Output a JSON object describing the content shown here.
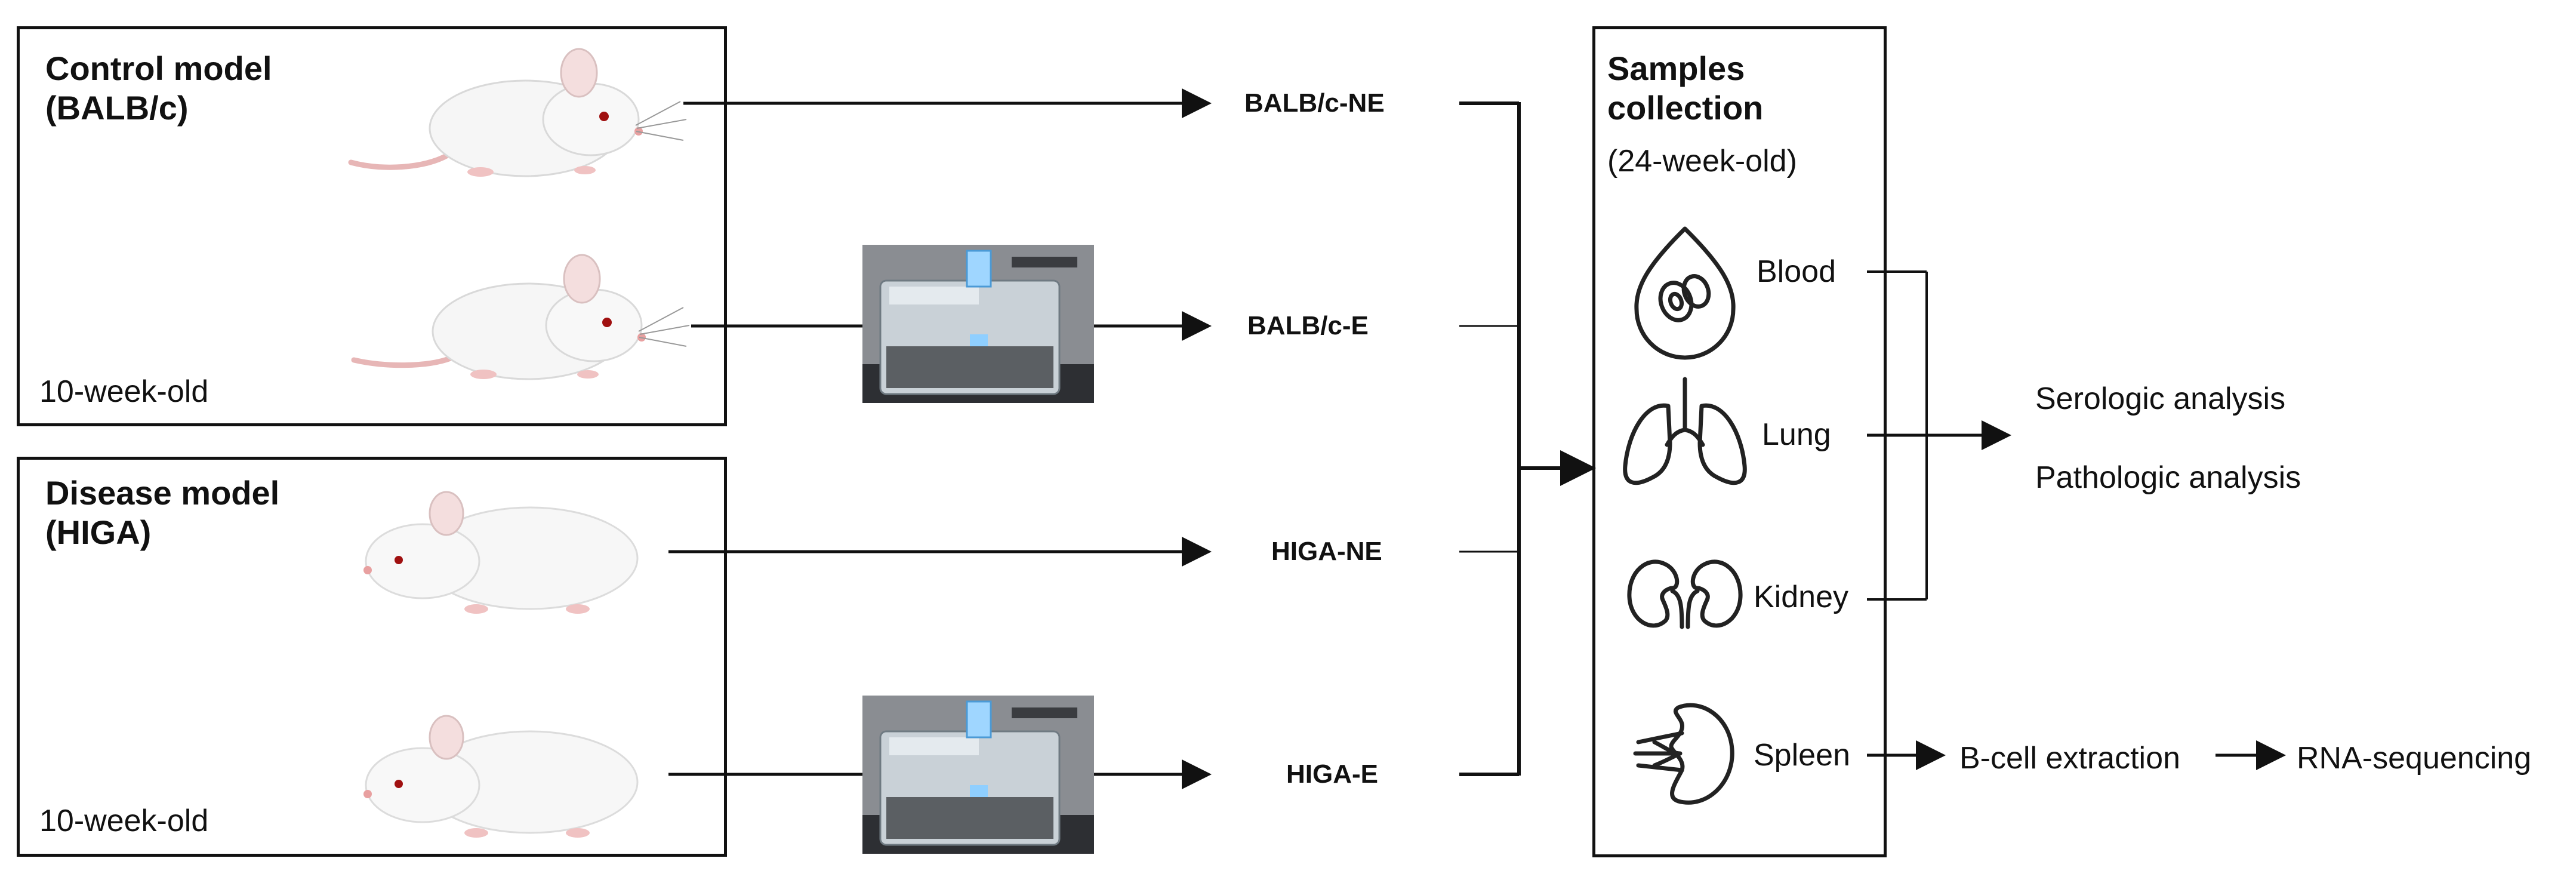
{
  "control": {
    "title_line1": "Control model",
    "title_line2": "(BALB/c)",
    "age": "10-week-old"
  },
  "disease": {
    "title_line1": "Disease model",
    "title_line2": "(HIGA)",
    "age": "10-week-old"
  },
  "groups": [
    "BALB/c-NE",
    "BALB/c-E",
    "HIGA-NE",
    "HIGA-E"
  ],
  "samples": {
    "title_line1": "Samples",
    "title_line2": "collection",
    "subtitle": "(24-week-old)",
    "organs": [
      "Blood",
      "Lung",
      "Kidney",
      "Spleen"
    ]
  },
  "outputs": {
    "serologic": "Serologic analysis",
    "pathologic": "Pathologic analysis",
    "bcell": "B-cell extraction",
    "rnaseq": "RNA-sequencing"
  },
  "icons": [
    "mouse-icon",
    "exposure-chamber-icon",
    "blood-drop-icon",
    "lungs-icon",
    "kidneys-icon",
    "spleen-icon"
  ]
}
